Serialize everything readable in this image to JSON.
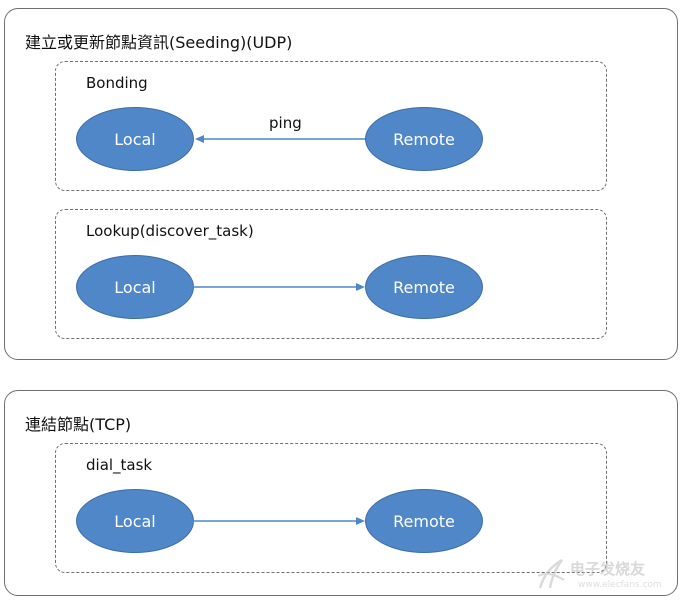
{
  "panels": [
    {
      "title": "建立或更新節點資訊(Seeding)(UDP)",
      "groups": [
        {
          "label": "Bonding",
          "source": "Remote",
          "target": "Local",
          "edge_label": "ping",
          "direction": "remote-to-local"
        },
        {
          "label": "Lookup(discover_task)",
          "source": "Local",
          "target": "Remote",
          "direction": "local-to-remote"
        }
      ]
    },
    {
      "title": "連結節點(TCP)",
      "groups": [
        {
          "label": "dial_task",
          "source": "Local",
          "target": "Remote",
          "direction": "local-to-remote"
        }
      ]
    }
  ],
  "watermark": {
    "text": "电子发烧友",
    "subtext": "www.elecfans.com"
  },
  "colors": {
    "node_fill": "#4f87c9",
    "node_stroke": "#3b6ea8",
    "edge": "#4f87c9",
    "border": "#6f6f6f"
  }
}
